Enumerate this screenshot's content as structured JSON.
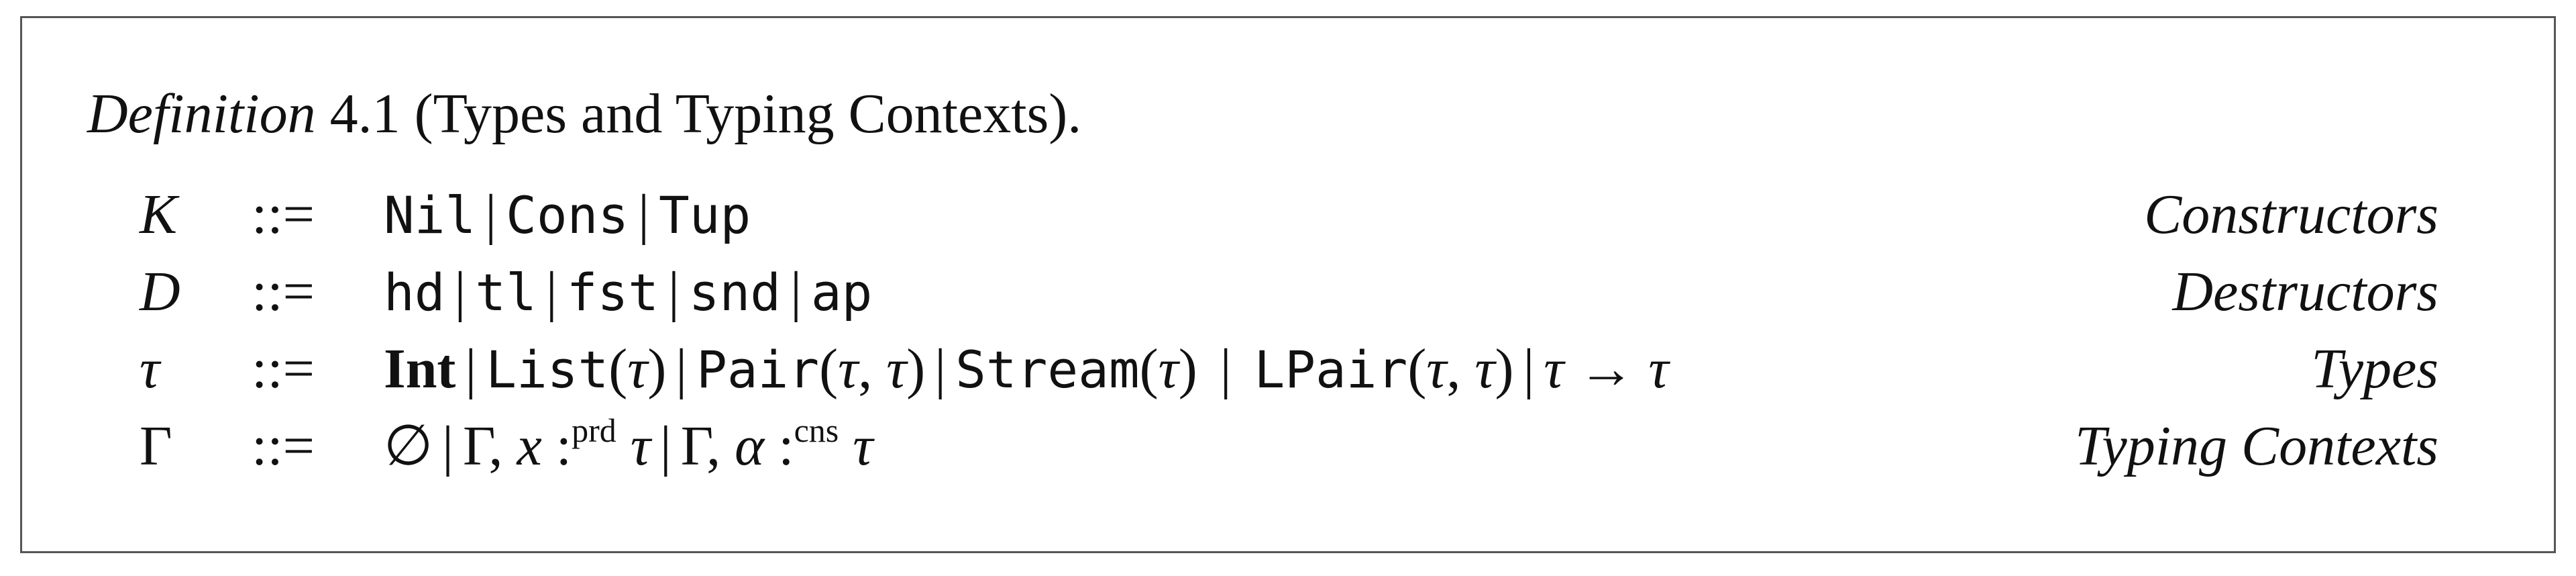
{
  "definition": {
    "label": "Definition",
    "number": "4.1",
    "title": "(Types and Typing Contexts)."
  },
  "rows": [
    {
      "symbol": "K",
      "assign": "::=",
      "alternatives": {
        "a1": "Nil",
        "a2": "Cons",
        "a3": "Tup"
      },
      "category": "Constructors"
    },
    {
      "symbol": "D",
      "assign": "::=",
      "alternatives": {
        "a1": "hd",
        "a2": "tl",
        "a3": "fst",
        "a4": "snd",
        "a5": "ap"
      },
      "category": "Destructors"
    },
    {
      "symbol": "τ",
      "assign": "::=",
      "alternatives": {
        "int": "Int",
        "list": "List",
        "pair": "Pair",
        "stream": "Stream",
        "lpair": "LPair",
        "tau": "τ",
        "arrow": "→"
      },
      "category": "Types"
    },
    {
      "symbol": "Γ",
      "assign": "::=",
      "alternatives": {
        "empty": "∅",
        "gamma": "Γ",
        "x": "x",
        "alpha": "α",
        "prd": "prd",
        "cns": "cns",
        "tau": "τ"
      },
      "category": "Typing Contexts"
    }
  ],
  "separator": "|"
}
